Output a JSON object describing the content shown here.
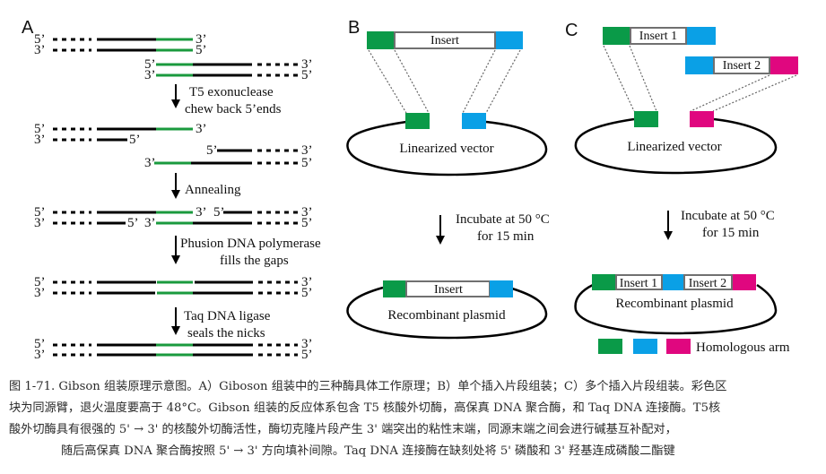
{
  "colors": {
    "green_arm": "#0a9a48",
    "blue_arm": "#0aa0e6",
    "magenta_arm": "#e0077f",
    "strand_black": "#000000",
    "strand_green": "#1a9a3e",
    "insert_border": "#707070"
  },
  "panel_a": {
    "letter": "A",
    "end_5": "5’",
    "end_3": "3’",
    "steps": [
      {
        "line1": "T5 exonuclease",
        "line2": "chew back 5’ends"
      },
      {
        "line1": "Annealing",
        "line2": ""
      },
      {
        "line1": "Phusion DNA polymerase",
        "line2": "fills the gaps"
      },
      {
        "line1": "Taq DNA ligase",
        "line2": "seals the nicks"
      }
    ]
  },
  "panel_b": {
    "letter": "B",
    "insert_label": "Insert",
    "vector_label": "Linearized vector",
    "incubate_line1": "Incubate at 50 °C",
    "incubate_line2": "for 15 min",
    "plasmid_insert_label": "Insert",
    "plasmid_label": "Recombinant plasmid"
  },
  "panel_c": {
    "letter": "C",
    "insert1_label": "Insert 1",
    "insert2_label": "Insert 2",
    "vector_label": "Linearized vector",
    "incubate_line1": "Incubate at 50 °C",
    "incubate_line2": "for 15 min",
    "plasmid_insert1_label": "Insert 1",
    "plasmid_insert2_label": "Insert 2",
    "plasmid_label": "Recombinant plasmid",
    "legend_label": "Homologous arm"
  },
  "caption": {
    "line1": "图 1-71. Gibson 组装原理示意图。A）Giboson 组装中的三种酶具体工作原理；B）单个插入片段组装；C）多个插入片段组装。彩色区",
    "line2": "块为同源臂，退火温度要高于 48°C。Gibson 组装的反应体系包含 T5 核酸外切酶，高保真 DNA 聚合酶，和 Taq DNA 连接酶。T5核",
    "line3": "酸外切酶具有很强的 5' → 3' 的核酸外切酶活性，酶切克隆片段产生 3' 端突出的粘性末端，同源末端之间会进行碱基互补配对，",
    "line4": "随后高保真 DNA 聚合酶按照 5' → 3' 方向填补间隙。Taq DNA 连接酶在缺刻处将 5' 磷酸和 3' 羟基连成磷酸二酯键"
  }
}
